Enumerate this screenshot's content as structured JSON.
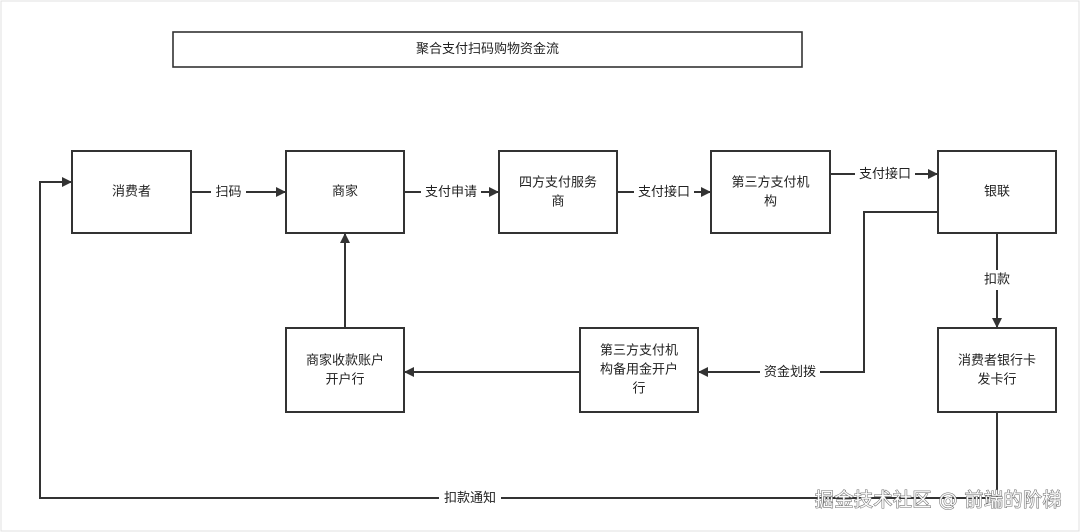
{
  "title": "聚合支付扫码购物资金流",
  "nodes": {
    "consumer": {
      "lines": [
        "消费者"
      ]
    },
    "merchant": {
      "lines": [
        "商家"
      ]
    },
    "fourth_party": {
      "lines": [
        "四方支付服务",
        "商"
      ]
    },
    "third_party": {
      "lines": [
        "第三方支付机",
        "构"
      ]
    },
    "unionpay": {
      "lines": [
        "银联"
      ]
    },
    "merchant_bank": {
      "lines": [
        "商家收款账户",
        "开户行"
      ]
    },
    "reserve_bank": {
      "lines": [
        "第三方支付机",
        "构备用金开户",
        "行"
      ]
    },
    "card_issuer": {
      "lines": [
        "消费者银行卡",
        "发卡行"
      ]
    }
  },
  "edges": {
    "consumer_to_merchant": {
      "label": "扫码"
    },
    "merchant_to_fourth_party": {
      "label": "支付申请"
    },
    "fourth_party_to_third_party": {
      "label": "支付接口"
    },
    "third_party_to_unionpay": {
      "label": "支付接口"
    },
    "unionpay_to_reserve_bank": {
      "label": "资金划拨"
    },
    "unionpay_to_card_issuer": {
      "label": "扣款"
    },
    "card_issuer_to_consumer": {
      "label": "扣款通知"
    }
  },
  "watermark": "掘金技术社区 @ 前端的阶梯",
  "colors": {
    "line": "#333333",
    "box": "#ffffff",
    "text": "#222222"
  }
}
